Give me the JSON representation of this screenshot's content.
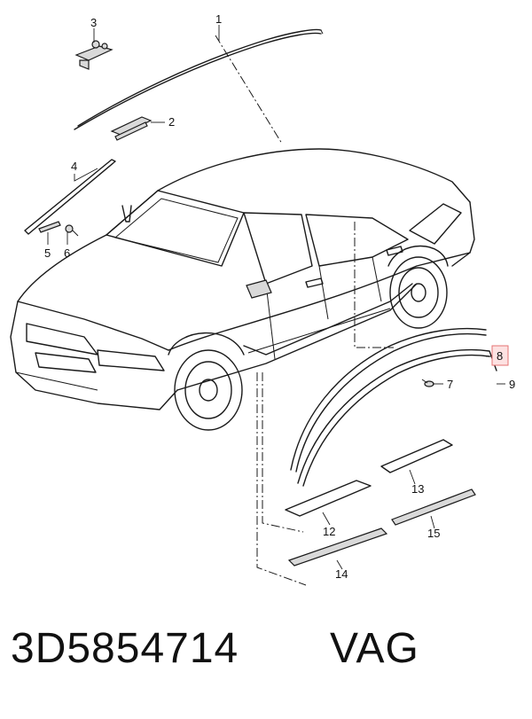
{
  "callouts": [
    "1",
    "2",
    "3",
    "4",
    "5",
    "6",
    "7",
    "8",
    "9",
    "12",
    "13",
    "14",
    "15"
  ],
  "highlighted_callout": "8",
  "highlight_color": "#e57373",
  "footer": {
    "part_number": "3D5854714",
    "brand": "VAG"
  }
}
